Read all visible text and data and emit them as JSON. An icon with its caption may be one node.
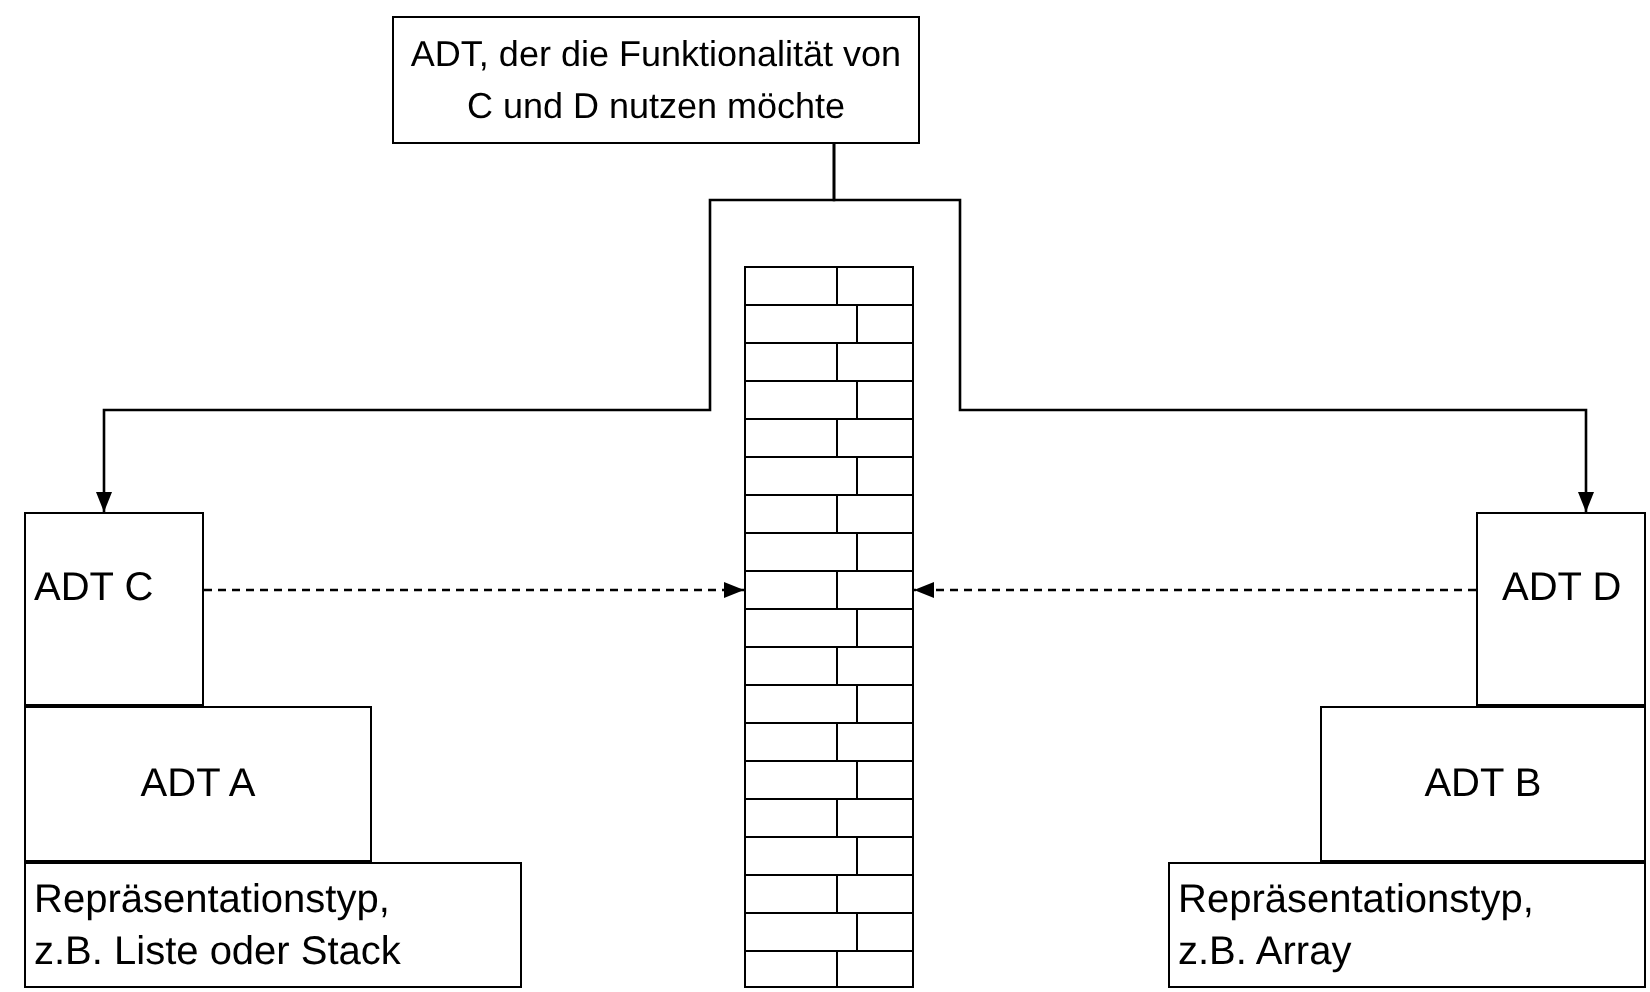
{
  "diagram": {
    "nodes": [
      {
        "text": [
          "ADT, der die Funktionalität von C und D nutzen möchte"
        ]
      },
      {
        "text": [
          "ADT C"
        ]
      },
      {
        "text": [
          "ADT A"
        ]
      },
      {
        "text": [
          "Repräsentationstyp, z.B. Liste oder Stack"
        ]
      },
      {
        "text": [
          "ADT D"
        ]
      },
      {
        "text": [
          "ADT B"
        ]
      },
      {
        "text": [
          "Repräsentationstyp, z.B. Array"
        ]
      },
      {
        "text": [],
        "shape": "wall"
      }
    ],
    "edges": [
      {
        "from": 0,
        "to": 1,
        "arrow": "to"
      },
      {
        "from": 0,
        "to": 4,
        "arrow": "to"
      },
      {
        "from": 1,
        "to": 7,
        "arrow": "to",
        "style": "dashed"
      },
      {
        "from": 4,
        "to": 7,
        "arrow": "to",
        "style": "dashed"
      }
    ]
  }
}
